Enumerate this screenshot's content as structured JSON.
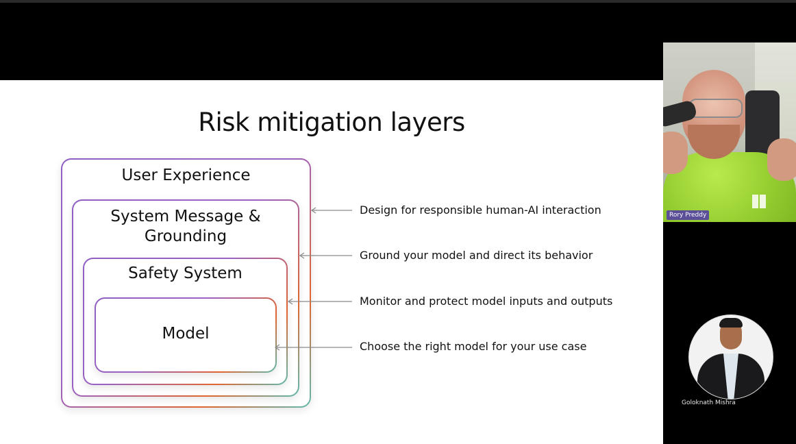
{
  "slide": {
    "title": "Risk mitigation layers",
    "layers": [
      "User Experience",
      "System Message & Grounding",
      "Safety System",
      "Model"
    ],
    "annotations": [
      "Design for responsible human-AI interaction",
      "Ground your model and direct its behavior",
      "Monitor and protect model inputs and outputs",
      "Choose the right model for your use case"
    ]
  },
  "participants": [
    {
      "name": "Rory Preddy",
      "tag_color": "#5b4f99"
    },
    {
      "name": "Goloknath Mishra"
    }
  ],
  "colors": {
    "layer_gradient": [
      "#8f5fc4",
      "#e0652f",
      "#5fb9ad"
    ],
    "arrow": "#8a8a8a"
  }
}
